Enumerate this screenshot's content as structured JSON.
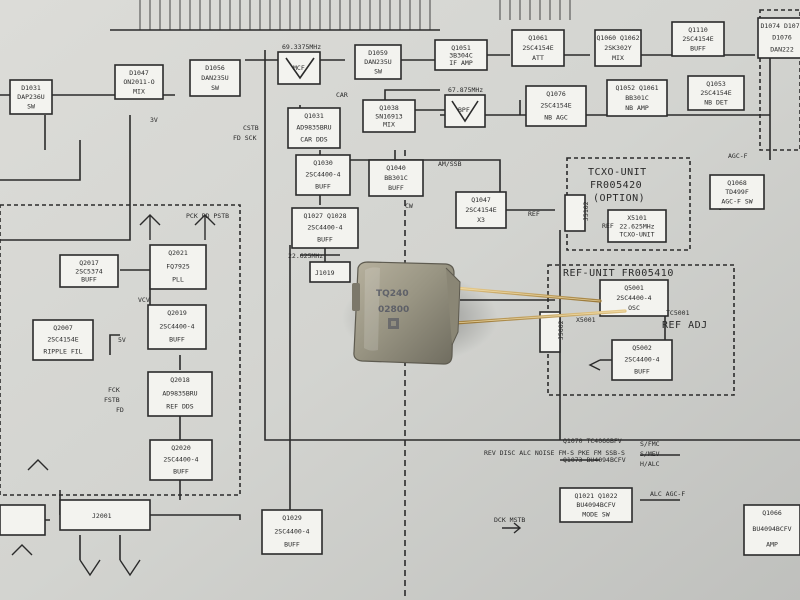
{
  "top_freqs": {
    "mcf": "69.3375MHz",
    "bpf": "67.875MHz"
  },
  "blocks": {
    "b_d1031": {
      "l1": "D1031",
      "l2": "DAP236U",
      "l3": "SW"
    },
    "b_q1047": {
      "l1": "D1047",
      "l2": "ON2011-O",
      "l3": "MIX"
    },
    "b_d1056a": {
      "l1": "D1056",
      "l2": "DAN235U",
      "l3": "SW"
    },
    "b_d1059": {
      "l1": "D1059",
      "l2": "DAN235U",
      "l3": "SW"
    },
    "b_q1051": {
      "l1": "Q1051",
      "l2": "3B304C",
      "l3": "IF AMP"
    },
    "b_q1061": {
      "l1": "Q1061",
      "l2": "2SC4154E",
      "l3": "ATT"
    },
    "b_q1060": {
      "l1": "Q1060 Q1062",
      "l2": "2SK302Y",
      "l3": "MIX"
    },
    "b_q1110": {
      "l1": "Q1110",
      "l2": "2SC4154E",
      "l3": "BUFF"
    },
    "b_d1074": {
      "l1": "D1074 D1075",
      "l2": "D1076",
      "l3": "DAN222"
    },
    "b_q1031": {
      "l1": "Q1031",
      "l2": "AD9835BRU",
      "l3": "CAR DDS"
    },
    "b_q1038": {
      "l1": "Q1038",
      "l2": "SN16913",
      "l3": "MIX"
    },
    "b_q1076": {
      "l1": "Q1076",
      "l2": "2SC4154E",
      "l3": "NB AGC"
    },
    "b_q1052": {
      "l1": "Q1052 Q1061",
      "l2": "BB301C",
      "l3": "NB AMP"
    },
    "b_q1053": {
      "l1": "Q1053",
      "l2": "2SC4154E",
      "l3": "NB DET"
    },
    "b_q1030": {
      "l1": "Q1030",
      "l2": "2SC4400-4",
      "l3": "BUFF"
    },
    "b_q1040": {
      "l1": "Q1040",
      "l2": "BB301C",
      "l3": "BUFF"
    },
    "b_q1047x": {
      "l1": "Q1047",
      "l2": "2SC4154E",
      "l3": "X3"
    },
    "b_q1068": {
      "l1": "Q1068",
      "l2": "TD499F",
      "l3": "AGC-F SW"
    },
    "b_q1027": {
      "l1": "Q1027 Q1028",
      "l2": "2SC4400-4",
      "l3": "BUFF"
    },
    "b_x5101": {
      "l1": "X5101",
      "l2": "22.625MHz",
      "l3": "TCXO-UNIT"
    },
    "b_q5001": {
      "l1": "Q5001",
      "l2": "2SC4400-4",
      "l3": "OSC"
    },
    "b_q5002": {
      "l1": "Q5002",
      "l2": "2SC4400-4",
      "l3": "BUFF"
    },
    "b_q2017": {
      "l1": "Q2017",
      "l2": "2SC5374",
      "l3": "BUFF"
    },
    "b_q2021": {
      "l1": "Q2021",
      "l2": "FQ7925",
      "l3": "PLL"
    },
    "b_q2007": {
      "l1": "Q2007",
      "l2": "2SC4154E",
      "l3": "RIPPLE FIL"
    },
    "b_q2019": {
      "l1": "Q2019",
      "l2": "2SC4400-4",
      "l3": "BUFF"
    },
    "b_q2018": {
      "l1": "Q2018",
      "l2": "AD9835BRU",
      "l3": "REF DDS"
    },
    "b_q2020": {
      "l1": "Q2020",
      "l2": "2SC4400-4",
      "l3": "BUFF"
    },
    "b_q1029": {
      "l1": "Q1029",
      "l2": "2SC4400-4",
      "l3": "BUFF"
    },
    "b_q1021": {
      "l1": "Q1021 Q1022",
      "l2": "BU4094BCFV",
      "l3": "MODE SW"
    },
    "b_q1066": {
      "l1": "Q1066",
      "l2": "BU4094BCFV",
      "l3": "AMP"
    }
  },
  "unit_labels": {
    "tcxo_title": "TCXO-UNIT",
    "tcxo_part": "FR005420",
    "tcxo_option": "(OPTION)",
    "ref_title": "REF-UNIT FR005410",
    "ref_adj": "REF ADJ"
  },
  "net_labels": {
    "car": "CAR",
    "am_ssb": "AM/SSB",
    "cw": "CW",
    "ref_in": "REF",
    "ref_out": "REF",
    "freq_22": "22.625MHz",
    "j1019": "J1019",
    "j2001": "J2001",
    "j5102": "J5102",
    "j5002": "J5002",
    "agc_f": "AGC-F",
    "three_v": "3V",
    "five_v": "5V",
    "vcv": "VCV",
    "pck_pd": "PCK PD PSTB",
    "cstb": "CSTB",
    "fd_sck": "FD SCK",
    "fck": "FCK",
    "fstb": "FSTB",
    "fd": "FD",
    "sfmc": "S/FMC",
    "s_mev": "S/MEV",
    "h_alc": "H/ALC",
    "ref_disc": "REV DISC ALC NOISE FM-S PKE FM SSB-S",
    "q1070": "Q1070 TC4066BFV",
    "q1073": "Q1073 BU4094BCFV",
    "dck": "DCK MSTB",
    "agc_sw": "ALC AGC-F",
    "tc5001": "TC5001",
    "x5001": "X5001"
  },
  "crystal": {
    "marking_1": "TQ240",
    "marking_2": "02800"
  }
}
